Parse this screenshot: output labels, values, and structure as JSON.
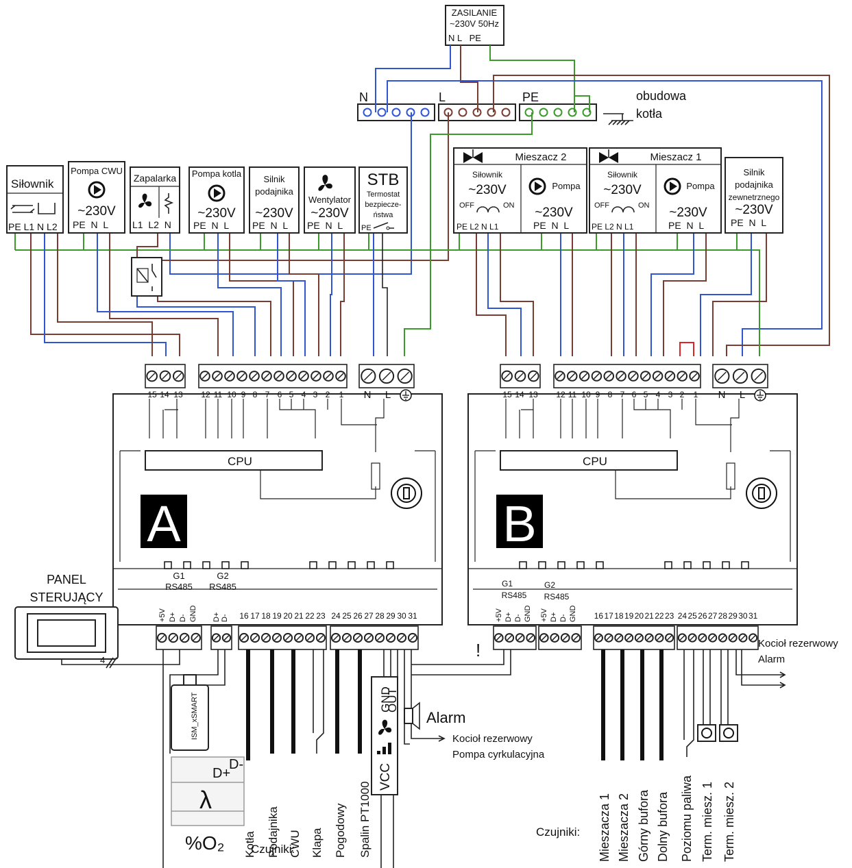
{
  "supply": {
    "title": "ZASILANIE",
    "voltage": "~230V 50Hz",
    "pins": "N L   PE"
  },
  "busbars": {
    "n": "N",
    "l": "L",
    "pe": "PE",
    "housing1": "obudowa",
    "housing2": "kotła"
  },
  "devices": {
    "actuator": {
      "title": "Siłownik",
      "pins": "PE L1 N L2"
    },
    "dhw_pump": {
      "title": "Pompa CWU",
      "voltage": "~230V",
      "pins": "PE  N  L"
    },
    "igniter": {
      "title": "Zapalarka",
      "pins": "L1  L2  N"
    },
    "boiler_pump": {
      "title": "Pompa kotla",
      "voltage": "~230V",
      "pins": "PE  N  L"
    },
    "feeder": {
      "title1": "Silnik",
      "title2": "podajnika",
      "voltage": "~230V",
      "pins": "PE  N  L"
    },
    "fan": {
      "title": "Wentylator",
      "voltage": "~230V",
      "pins": "PE  N  L"
    },
    "stb": {
      "title": "STB",
      "line1": "Termostat",
      "line2": "bezpiecze-",
      "line3": "ństwa",
      "pin": "PE"
    },
    "mixer2": {
      "title": "Mieszacz 2",
      "actuator": "Siłownik",
      "voltage": "~230V",
      "off": "OFF",
      "on": "ON",
      "act_pins": "PE L2 N L1",
      "pump": "Pompa",
      "pump_voltage": "~230V",
      "pump_pins": "PE  N  L"
    },
    "mixer1": {
      "title": "Mieszacz 1",
      "actuator": "Siłownik",
      "voltage": "~230V",
      "off": "OFF",
      "on": "ON",
      "act_pins": "PE L2 N L1",
      "pump": "Pompa",
      "pump_voltage": "~230V",
      "pump_pins": "PE  N  L"
    },
    "ext_feeder": {
      "title1": "Silnik",
      "title2": "podajnika",
      "title3": "zewnetrznego",
      "voltage": "~230V",
      "pins": "PE  N  L"
    }
  },
  "module_a": {
    "letter": "A",
    "cpu": "CPU",
    "top_pins": [
      "15",
      "14",
      "13",
      "12",
      "11",
      "10",
      "9",
      "8",
      "7",
      "6",
      "5",
      "4",
      "3",
      "2",
      "1",
      "N",
      "L"
    ],
    "g1": "G1",
    "g2": "G2",
    "rs1": "RS485",
    "rs2": "RS485",
    "bus_pins1": [
      "+5V",
      "D+",
      "D-",
      "GND"
    ],
    "bus_pins2": [
      "D+",
      "D-"
    ],
    "bottom_pins": [
      "16",
      "17",
      "18",
      "19",
      "20",
      "21",
      "22",
      "23",
      "24",
      "25",
      "26",
      "27",
      "28",
      "29",
      "30",
      "31"
    ]
  },
  "module_b": {
    "letter": "B",
    "cpu": "CPU",
    "top_pins": [
      "15",
      "14",
      "13",
      "12",
      "11",
      "10",
      "9",
      "8",
      "7",
      "6",
      "5",
      "4",
      "3",
      "2",
      "1",
      "N",
      "L"
    ],
    "g1": "G1",
    "g2": "G2",
    "rs1": "RS485",
    "rs2": "RS485",
    "bus_pins1": [
      "+5V",
      "D+",
      "D-",
      "GND"
    ],
    "bus_pins2": [
      "+5V",
      "D+",
      "D-",
      "GND"
    ],
    "bottom_pins": [
      "16",
      "17",
      "18",
      "19",
      "20",
      "21",
      "22",
      "23",
      "24",
      "25",
      "26",
      "27",
      "28",
      "29",
      "30",
      "31"
    ]
  },
  "panel": {
    "line1": "PANEL",
    "line2": "STERUJĄCY",
    "wires": "4"
  },
  "ism": {
    "label": "ISM_xSMART"
  },
  "lambda": {
    "dplus": "D+",
    "dminus": "D-",
    "symbol": "λ",
    "o2": "%O₂"
  },
  "fan_sensor": {
    "gnd": "GND",
    "out": "OUT",
    "vcc": "VCC"
  },
  "sensors_a": {
    "heading": "Czujniki:",
    "items": [
      "Kotła",
      "Podajnika",
      "CWU",
      "Klapa",
      "Pogodowy",
      "Spalin PT1000"
    ]
  },
  "outputs_a": {
    "alarm": "Alarm",
    "backup": "Kocioł rezerwowy",
    "circ": "Pompa cyrkulacyjna"
  },
  "sensors_b": {
    "heading": "Czujniki:",
    "items": [
      "Mieszacza 1",
      "Mieszacza 2",
      "Górny bufora",
      "Dolny bufora",
      "Poziomu paliwa",
      "Term. miesz. 1",
      "Term. miesz. 2"
    ]
  },
  "outputs_b": {
    "backup": "Kocioł rezerwowy",
    "alarm": "Alarm"
  },
  "warning": "!"
}
